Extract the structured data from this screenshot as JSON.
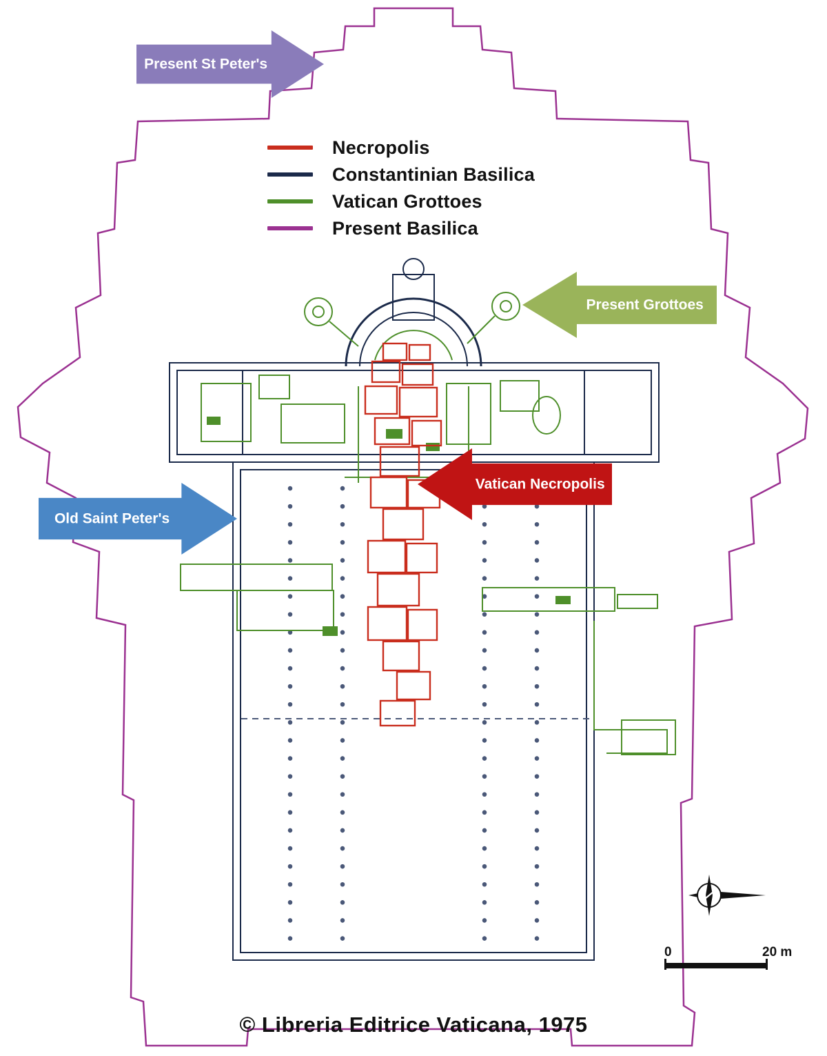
{
  "diagram": {
    "copyright": "© Libreria Editrice Vaticana, 1975"
  },
  "legend": {
    "items": [
      {
        "label": "Necropolis",
        "color": "#c92d1d"
      },
      {
        "label": "Constantinian Basilica",
        "color": "#1b2a4a"
      },
      {
        "label": "Vatican Grottoes",
        "color": "#4e8f2a"
      },
      {
        "label": "Present Basilica",
        "color": "#9b3191"
      }
    ]
  },
  "arrows": {
    "present_st_peters": {
      "label": "Present St Peter's",
      "color": "#8a7cba",
      "direction": "right"
    },
    "present_grottoes": {
      "label": "Present Grottoes",
      "color": "#9ab45a",
      "direction": "left"
    },
    "old_saint_peters": {
      "label": "Old Saint Peter's",
      "color": "#4a87c6",
      "direction": "right"
    },
    "vatican_necropolis": {
      "label": "Vatican Necropolis",
      "color": "#c01414",
      "direction": "left"
    }
  },
  "scale_bar": {
    "start_label": "0",
    "end_label": "20 m"
  },
  "icons": {
    "compass": "compass-rose-icon"
  }
}
